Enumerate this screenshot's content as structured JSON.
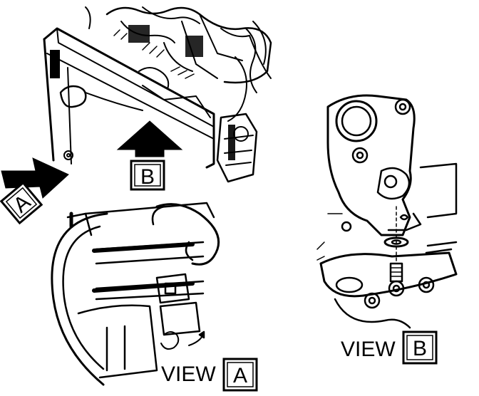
{
  "callouts": {
    "arrow_a_letter": "A",
    "arrow_b_letter": "B"
  },
  "views": {
    "view_a_word": "VIEW",
    "view_a_letter": "A",
    "view_b_word": "VIEW",
    "view_b_letter": "B"
  },
  "colors": {
    "ink": "#000000",
    "paper": "#ffffff"
  }
}
